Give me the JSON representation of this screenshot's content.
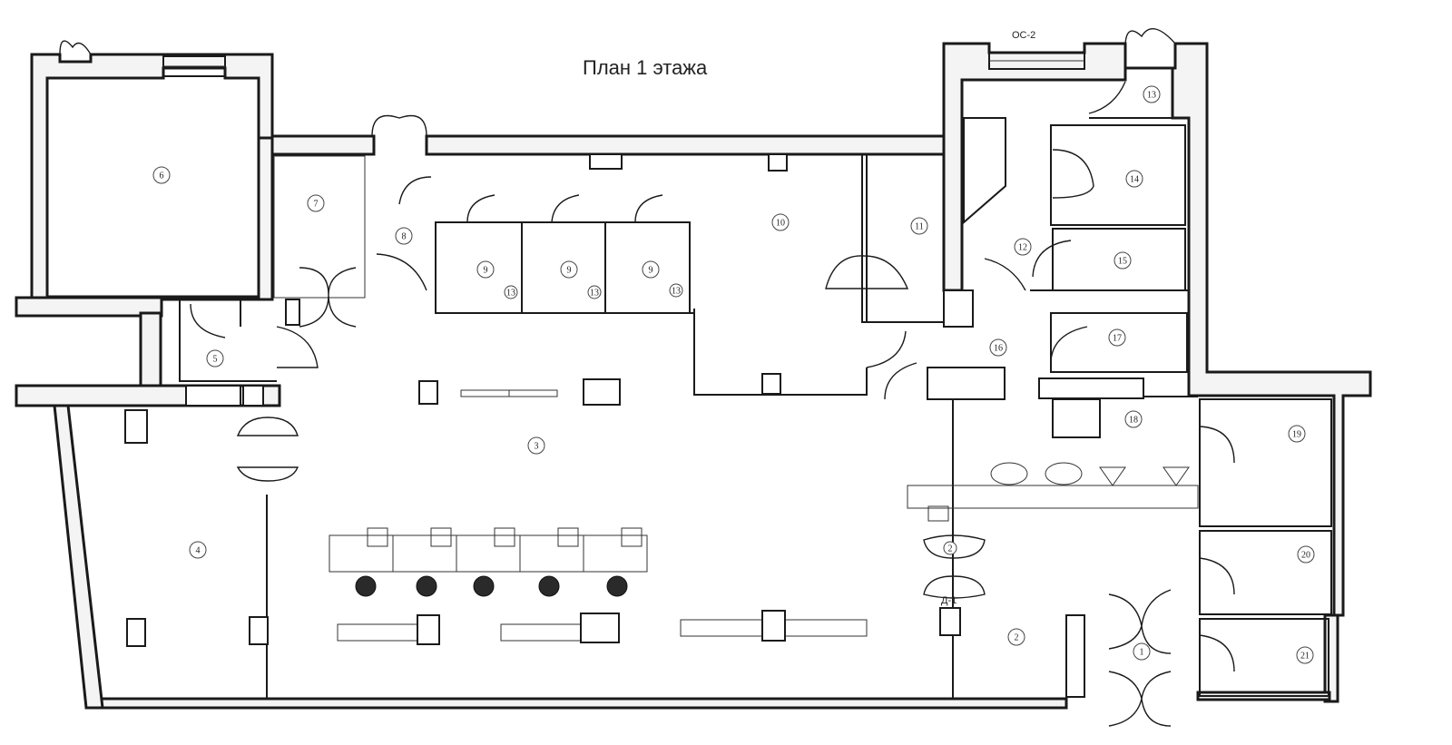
{
  "title": "План 1 этажа",
  "labels": {
    "window_oc2": "ОС-2",
    "door_d1": "Д-1",
    "door_d1_num": "2"
  },
  "rooms": [
    {
      "id": "1",
      "label": "1"
    },
    {
      "id": "2",
      "label": "2"
    },
    {
      "id": "3",
      "label": "3"
    },
    {
      "id": "4",
      "label": "4"
    },
    {
      "id": "5",
      "label": "5"
    },
    {
      "id": "6",
      "label": "6"
    },
    {
      "id": "7",
      "label": "7"
    },
    {
      "id": "8",
      "label": "8"
    },
    {
      "id": "9a",
      "label": "9"
    },
    {
      "id": "9b",
      "label": "9"
    },
    {
      "id": "9c",
      "label": "9"
    },
    {
      "id": "10",
      "label": "10"
    },
    {
      "id": "11",
      "label": "11"
    },
    {
      "id": "12",
      "label": "12"
    },
    {
      "id": "13",
      "label": "13"
    },
    {
      "id": "14",
      "label": "14"
    },
    {
      "id": "15",
      "label": "15"
    },
    {
      "id": "16",
      "label": "16"
    },
    {
      "id": "17",
      "label": "17"
    },
    {
      "id": "18",
      "label": "18"
    },
    {
      "id": "19",
      "label": "19"
    },
    {
      "id": "20",
      "label": "20"
    },
    {
      "id": "21",
      "label": "21"
    }
  ],
  "toilet_marks": [
    {
      "id": "t1",
      "label": "13"
    },
    {
      "id": "t2",
      "label": "13"
    },
    {
      "id": "t3",
      "label": "13"
    }
  ]
}
